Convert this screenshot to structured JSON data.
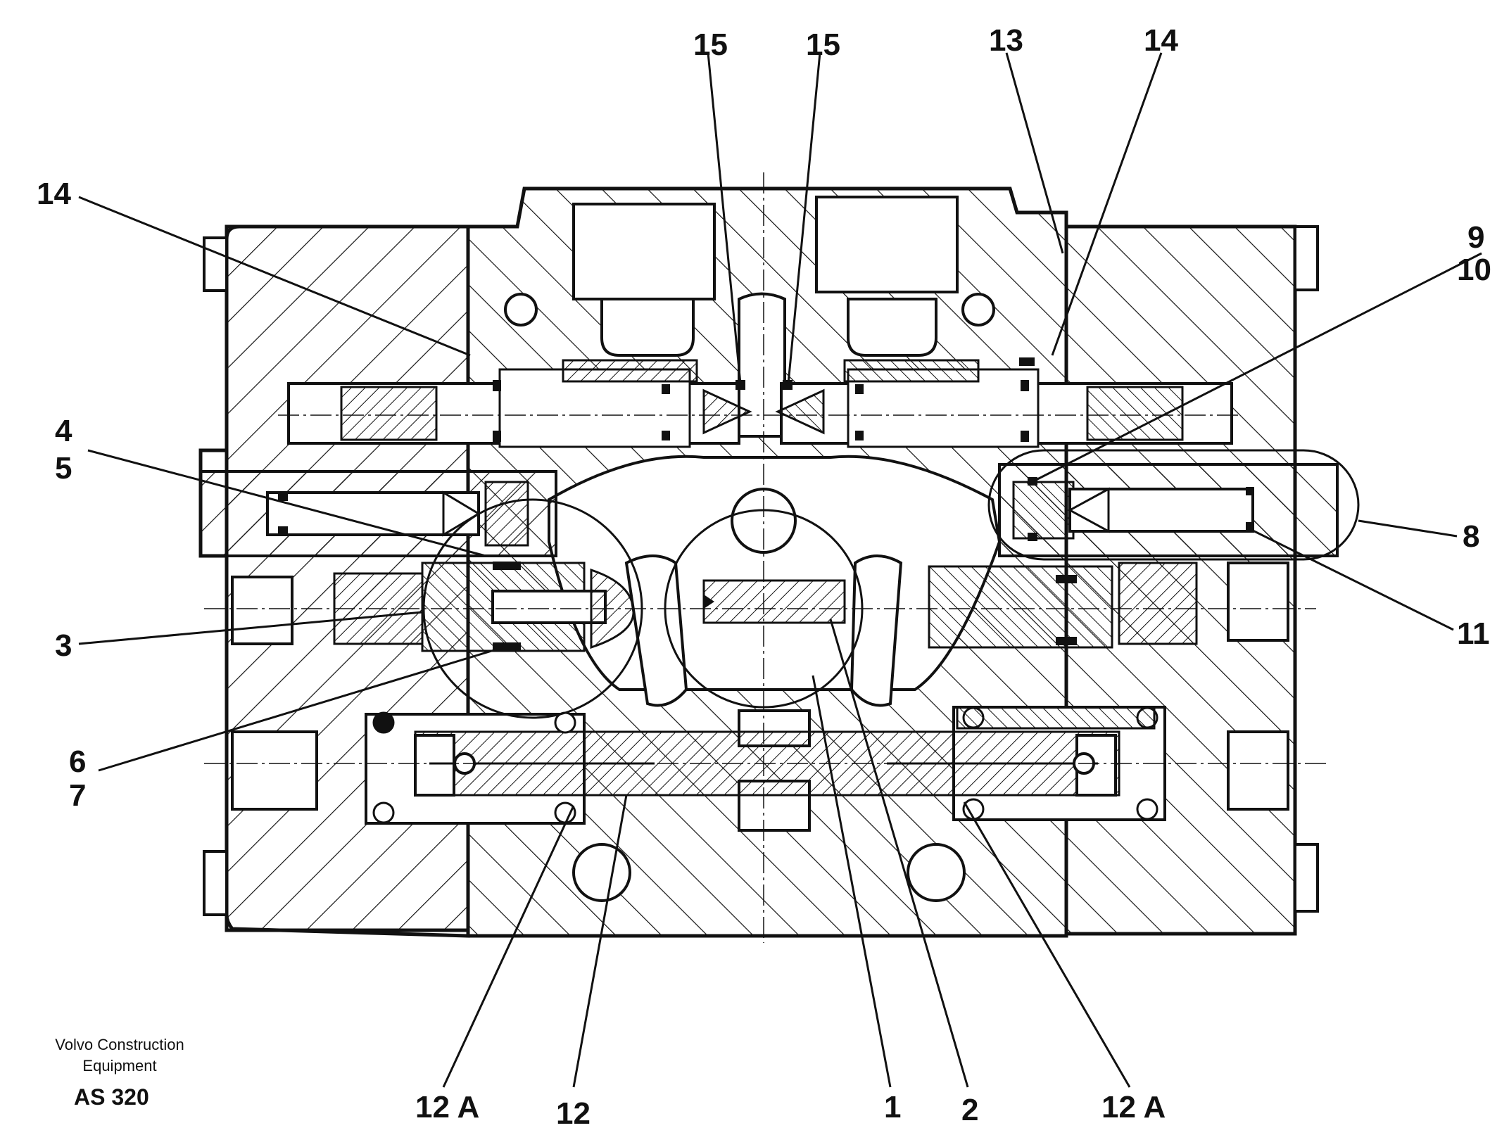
{
  "drawing": {
    "callouts": {
      "c15a": "15",
      "c15b": "15",
      "c13": "13",
      "c14_right": "14",
      "c14_left": "14",
      "c9": "9",
      "c10": "10",
      "c4": "4",
      "c5": "5",
      "c8": "8",
      "c3": "3",
      "c11": "11",
      "c6": "6",
      "c7": "7",
      "c12a_left": "12 A",
      "c12": "12",
      "c1": "1",
      "c2": "2",
      "c12a_right": "12 A"
    }
  },
  "caption": {
    "company_line1": "Volvo Construction",
    "company_line2": "Equipment",
    "code": "AS 320"
  }
}
